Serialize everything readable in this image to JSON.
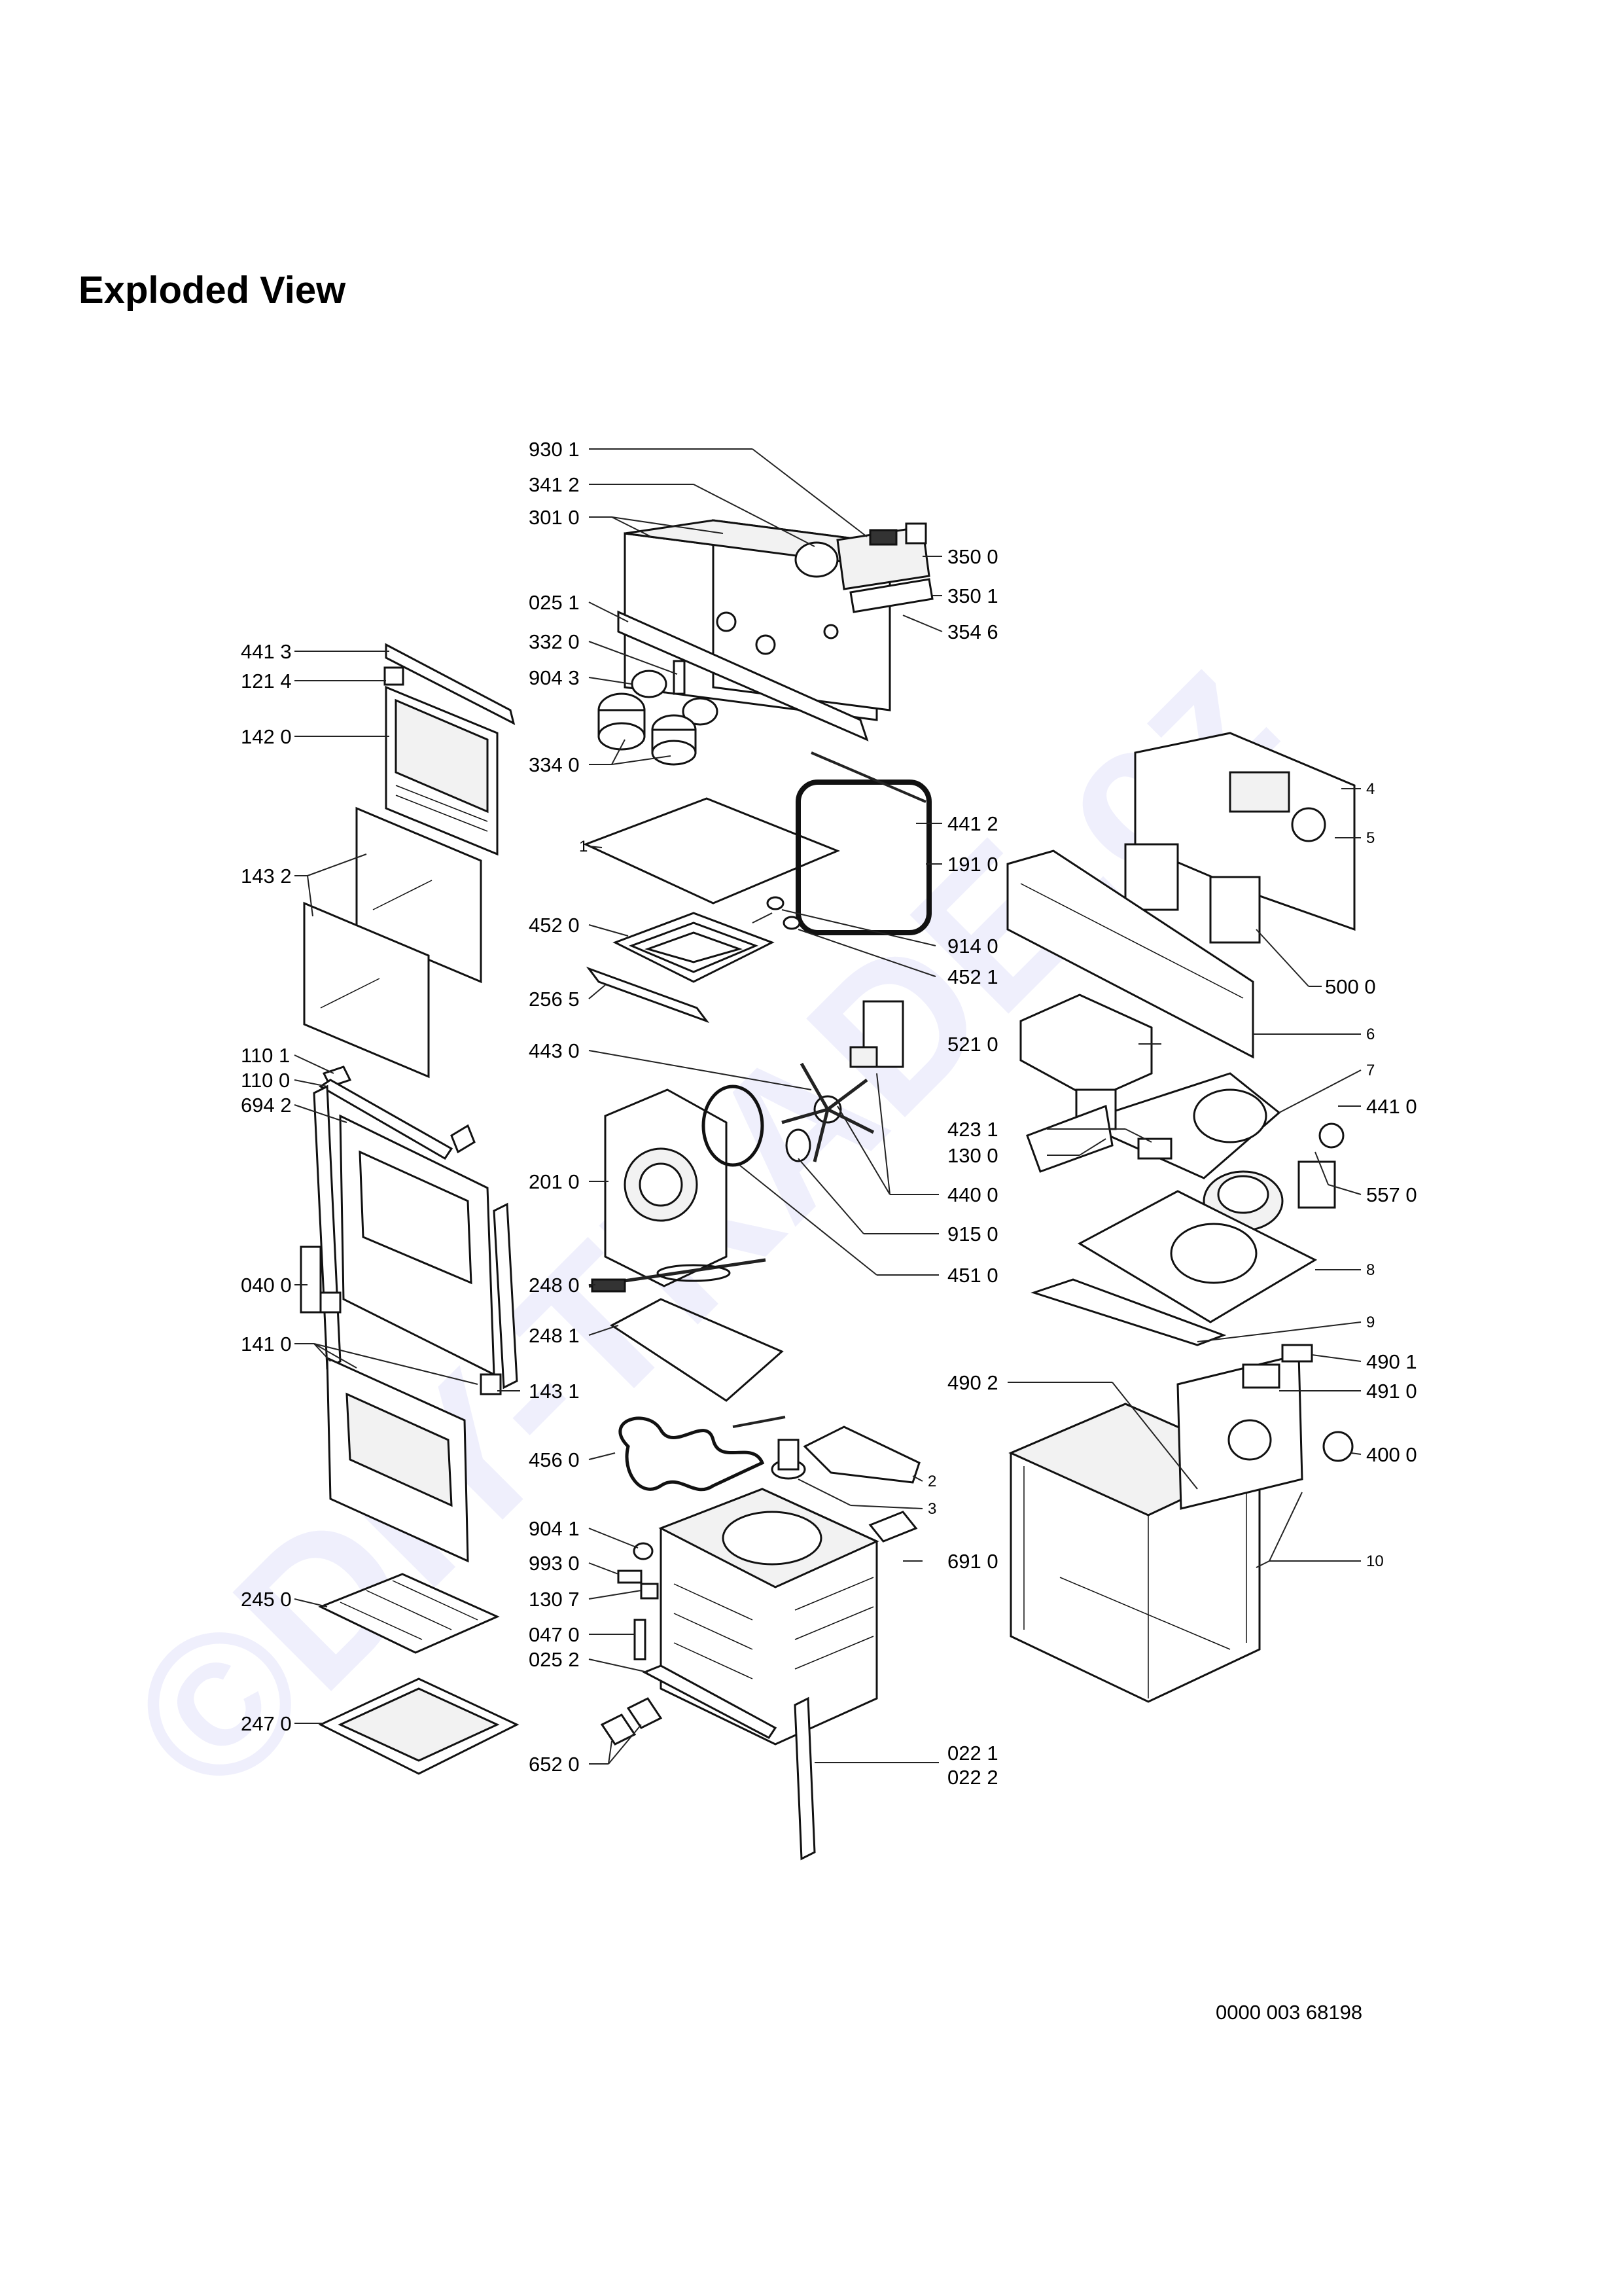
{
  "title": "Exploded View",
  "document_code": "0000 003 68198",
  "watermark": "©DIY-TRADE.cz",
  "callouts": [
    {
      "id": "9301",
      "text": "930 1"
    },
    {
      "id": "3412",
      "text": "341 2"
    },
    {
      "id": "3010",
      "text": "301 0"
    },
    {
      "id": "3500",
      "text": "350 0"
    },
    {
      "id": "3501",
      "text": "350 1"
    },
    {
      "id": "3546",
      "text": "354 6"
    },
    {
      "id": "0251",
      "text": "025 1"
    },
    {
      "id": "3320",
      "text": "332 0"
    },
    {
      "id": "9043",
      "text": "904 3"
    },
    {
      "id": "3340",
      "text": "334 0"
    },
    {
      "id": "4413",
      "text": "441 3"
    },
    {
      "id": "1214",
      "text": "121 4"
    },
    {
      "id": "1420",
      "text": "142 0"
    },
    {
      "id": "1432",
      "text": "143 2"
    },
    {
      "id": "p1",
      "text": "1"
    },
    {
      "id": "4412",
      "text": "441 2"
    },
    {
      "id": "1910",
      "text": "191 0"
    },
    {
      "id": "4520",
      "text": "452 0"
    },
    {
      "id": "9140",
      "text": "914 0"
    },
    {
      "id": "4521",
      "text": "452 1"
    },
    {
      "id": "2565",
      "text": "256 5"
    },
    {
      "id": "p4",
      "text": "4"
    },
    {
      "id": "p5",
      "text": "5"
    },
    {
      "id": "5000",
      "text": "500 0"
    },
    {
      "id": "p6",
      "text": "6"
    },
    {
      "id": "5210",
      "text": "521 0"
    },
    {
      "id": "4430",
      "text": "443 0"
    },
    {
      "id": "1101",
      "text": "110 1"
    },
    {
      "id": "1100",
      "text": "110 0"
    },
    {
      "id": "6942",
      "text": "694 2"
    },
    {
      "id": "p7",
      "text": "7"
    },
    {
      "id": "4410",
      "text": "441 0"
    },
    {
      "id": "4231",
      "text": "423 1"
    },
    {
      "id": "1300",
      "text": "130 0"
    },
    {
      "id": "4400",
      "text": "440 0"
    },
    {
      "id": "5570",
      "text": "557 0"
    },
    {
      "id": "2010",
      "text": "201 0"
    },
    {
      "id": "9150",
      "text": "915 0"
    },
    {
      "id": "p8",
      "text": "8"
    },
    {
      "id": "4510",
      "text": "451 0"
    },
    {
      "id": "0400",
      "text": "040 0"
    },
    {
      "id": "2480",
      "text": "248 0"
    },
    {
      "id": "p9",
      "text": "9"
    },
    {
      "id": "1410",
      "text": "141 0"
    },
    {
      "id": "2481",
      "text": "248 1"
    },
    {
      "id": "4901",
      "text": "490 1"
    },
    {
      "id": "1431",
      "text": "143 1"
    },
    {
      "id": "4902",
      "text": "490 2"
    },
    {
      "id": "4910",
      "text": "491 0"
    },
    {
      "id": "4560",
      "text": "456 0"
    },
    {
      "id": "p2",
      "text": "2"
    },
    {
      "id": "4000",
      "text": "400 0"
    },
    {
      "id": "p3",
      "text": "3"
    },
    {
      "id": "9041",
      "text": "904 1"
    },
    {
      "id": "6910",
      "text": "691 0"
    },
    {
      "id": "p10",
      "text": "10"
    },
    {
      "id": "9930",
      "text": "993 0"
    },
    {
      "id": "2450",
      "text": "245 0"
    },
    {
      "id": "1307",
      "text": "130 7"
    },
    {
      "id": "0470",
      "text": "047 0"
    },
    {
      "id": "0252",
      "text": "025 2"
    },
    {
      "id": "2470",
      "text": "247 0"
    },
    {
      "id": "0221",
      "text": "022 1"
    },
    {
      "id": "0222",
      "text": "022 2"
    },
    {
      "id": "6520",
      "text": "652 0"
    }
  ]
}
